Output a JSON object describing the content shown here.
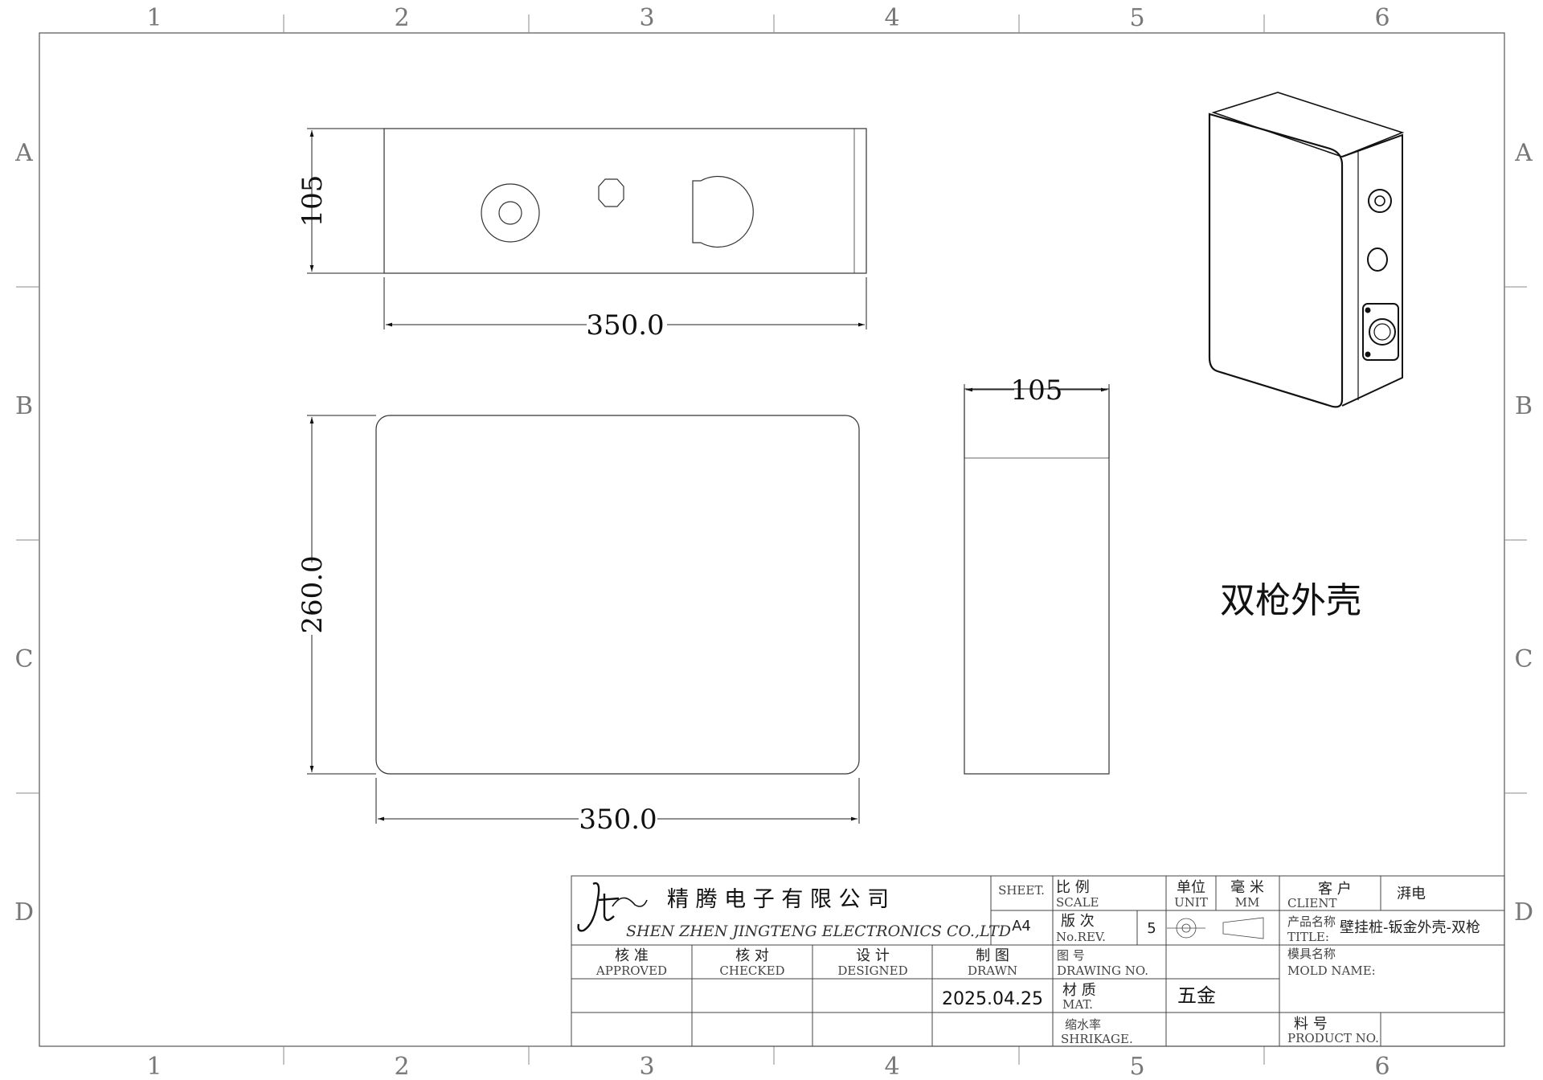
{
  "zones": {
    "columns": [
      "1",
      "2",
      "3",
      "4",
      "5",
      "6"
    ],
    "rows": [
      "A",
      "B",
      "C",
      "D"
    ]
  },
  "dimensions": {
    "top_width": "350.0",
    "top_height": "105",
    "front_width": "350.0",
    "front_height": "260.0",
    "side_width": "105"
  },
  "part_label": "双枪外壳",
  "title_block": {
    "company_cn": "精 腾 电 子 有 限 公 司",
    "company_en": "SHEN ZHEN JINGTENG ELECTRONICS CO.,LTD",
    "sheet_label": "SHEET.",
    "sheet_value": "A4",
    "scale_cn": "比 例",
    "scale_en": "SCALE",
    "rev_cn": "版   次",
    "rev_en": "No.REV.",
    "rev_value": "5",
    "unit_cn": "单位",
    "unit_en": "UNIT",
    "mm_cn": "毫 米",
    "mm_en": "MM",
    "client_cn": "客      户",
    "client_en": "CLIENT",
    "client_value": "湃电",
    "title_cn": "产品名称",
    "title_en": "TITLE:",
    "title_value": "壁挂桩-钣金外壳-双枪",
    "approved_cn": "核   准",
    "approved_en": "APPROVED",
    "checked_cn": "核   对",
    "checked_en": "CHECKED",
    "designed_cn": "设   计",
    "designed_en": "DESIGNED",
    "drawn_cn": "制   图",
    "drawn_en": "DRAWN",
    "drawing_no_cn": "图              号",
    "drawing_no_en": "DRAWING    NO.",
    "mold_cn": "模具名称",
    "mold_en": "MOLD  NAME:",
    "date": "2025.04.25",
    "mat_cn": "材     质",
    "mat_en": "MAT.",
    "mat_value": "五金",
    "shrink_cn": "缩水率",
    "shrink_en": "SHRIKAGE.",
    "product_no_cn": "料      号",
    "product_no_en": "PRODUCT  NO."
  }
}
